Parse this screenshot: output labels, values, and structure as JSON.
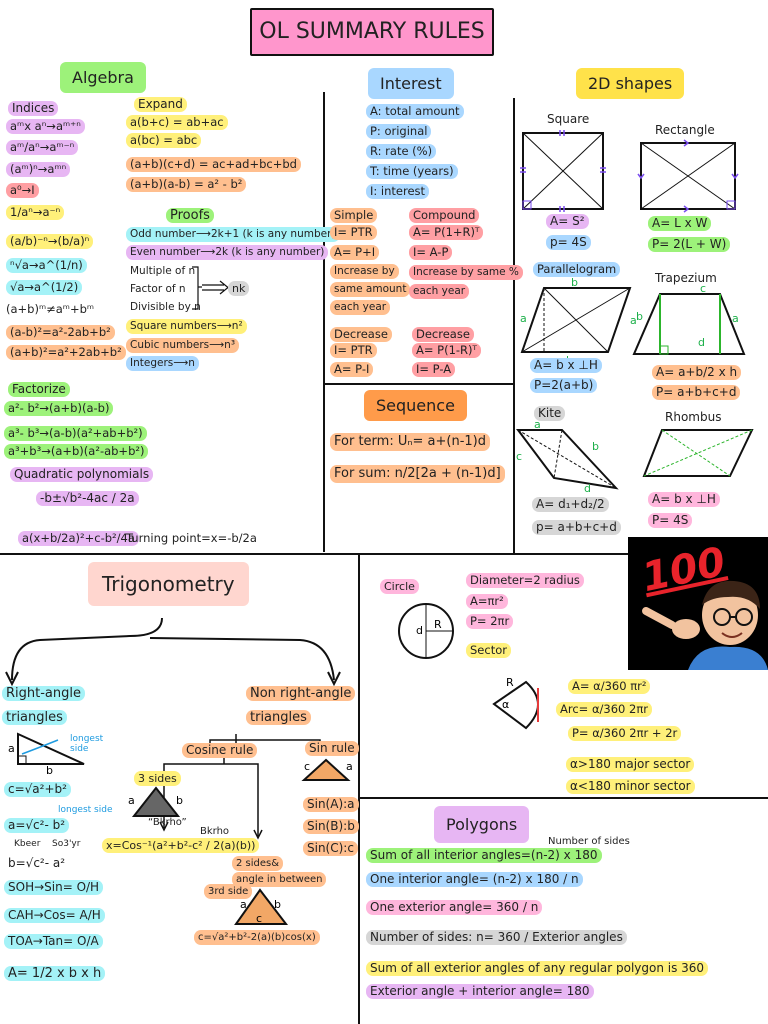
{
  "title": "OL SUMMARY RULES",
  "algebra": {
    "header": "Algebra",
    "indices_title": "Indices",
    "indices": [
      "aᵐx aⁿ→aᵐ⁺ⁿ",
      "aᵐ/aⁿ→aᵐ⁻ⁿ",
      "(aᵐ)ⁿ→aᵐⁿ",
      "a⁰→I",
      "1/aⁿ→a⁻ⁿ",
      "(a/b)⁻ⁿ→(b/a)ⁿ",
      "ⁿ√a→a^(1/n)",
      "√a→a^(1/2)",
      "(a+b)ᵐ≠aᵐ+bᵐ",
      "(a-b)²=a²-2ab+b²",
      "(a+b)²=a²+2ab+b²"
    ],
    "expand_title": "Expand",
    "expand": [
      "a(b+c) = ab+ac",
      "a(bc) = abc",
      "(a+b)(c+d) = ac+ad+bc+bd",
      "(a+b)(a-b) = a² - b²"
    ],
    "proofs_title": "Proofs",
    "proofs": [
      "Odd number⟶2k+1 (k is any number)",
      "Even number⟶2k (k is any number)",
      "Multiple of n",
      "Factor of n",
      "Divisible by n",
      "Square numbers⟶n²",
      "Cubic numbers⟶n³",
      "Integers⟶n"
    ],
    "proofs_nk": "nk",
    "factorize_title": "Factorize",
    "factorize": [
      "a²- b²→(a+b)(a-b)",
      "a³- b³→(a-b)(a²+ab+b²)",
      "a³+b³→(a+b)(a²-ab+b²)"
    ],
    "quadratic_title": "Quadratic polynomials",
    "quadratic_formula": "-b±√b²-4ac / 2a",
    "completed_square": "a(x+b/2a)²+c-b²/4a",
    "turning_point": "Turning point=x=-b/2a"
  },
  "interest": {
    "header": "Interest",
    "defs": [
      "A: total amount",
      "P: original",
      "R: rate (%)",
      "T: time (years)",
      "I: interest"
    ],
    "simple": [
      "Simple",
      "I= PTR",
      "A= P+I",
      "Increase by",
      "same amount",
      "each year"
    ],
    "compound": [
      "Compound",
      "A= P(1+R)ᵀ",
      "I= A-P",
      "Increase by same %",
      "each year"
    ],
    "decrease_simple": [
      "Decrease",
      "I= PTR",
      "A= P-I"
    ],
    "decrease_compound": [
      "Decrease",
      "A= P(1-R)ᵀ",
      "I= P-A"
    ]
  },
  "sequence": {
    "header": "Sequence",
    "term": "For term: Uₙ= a+(n-1)d",
    "sum": "For sum: n/2[2a + (n-1)d]"
  },
  "shapes2d": {
    "header": "2D shapes",
    "square": {
      "name": "Square",
      "area": "A= S²",
      "perimeter": "p= 4S"
    },
    "rectangle": {
      "name": "Rectangle",
      "area": "A= L x W",
      "perimeter": "P= 2(L + W)"
    },
    "parallelogram": {
      "name": "Parallelogram",
      "area": "A= b x ⊥H",
      "perimeter": "P=2(a+b)"
    },
    "trapezium": {
      "name": "Trapezium",
      "area": "A= a+b/2 x h",
      "perimeter": "P= a+b+c+d"
    },
    "kite": {
      "name": "Kite",
      "area": "A= d₁+d₂/2",
      "perimeter": "p= a+b+c+d"
    },
    "rhombus": {
      "name": "Rhombus",
      "area": "A= b x ⊥H",
      "perimeter": "P= 4S"
    },
    "labels": {
      "a": "a",
      "b": "b",
      "c": "c",
      "d": "d"
    }
  },
  "trigonometry": {
    "header": "Trigonometry",
    "right": {
      "title": [
        "Right-angle",
        "triangles"
      ],
      "longest_side_note": "longest side",
      "formulas": [
        "c=√a²+b²",
        "a=√c²- b²",
        "b=√c²- a²",
        "SOH→Sin= O/H",
        "CAH→Cos= A/H",
        "TOA→Tan= O/A",
        "A= 1/2 x b x h"
      ],
      "kbeer": "Kbeer",
      "soghyr": "So3'yr",
      "longest": "longest side"
    },
    "non_right": {
      "title": [
        "Non right-angle",
        "triangles"
      ],
      "cosine_title": "Cosine rule",
      "three_sides": "3 sides",
      "bkrho_quote": "“Bkrho”",
      "bkrho": "Bkrho",
      "cos_formula": "x=Cos⁻¹(a²+b²-c² / 2(a)(b))",
      "two_sides": [
        "2 sides&",
        "angle in between"
      ],
      "third_side": "3rd side",
      "law_of_cos": "c=√a²+b²-2(a)(b)cos(x)",
      "sin_title": "Sin rule",
      "sin": [
        "Sin(A):a",
        "Sin(B):b",
        "Sin(C):c"
      ]
    }
  },
  "circle": {
    "label": "Circle",
    "diameter": "Diameter=2 radius",
    "area": "A=πr²",
    "perimeter": "P= 2πr",
    "sector_label": "Sector",
    "d": "d",
    "r": "R",
    "sector_area": "A= α/360 πr²",
    "arc": "Arc= α/360 2πr",
    "sector_perimeter": "P= α/360 2πr + 2r",
    "major": "α>180 major sector",
    "minor": "α<180 minor sector",
    "alpha": "α"
  },
  "polygons": {
    "header": "Polygons",
    "number_of_sides_note": "Number of sides",
    "rules": [
      "Sum of all interior angles=(n-2) x 180",
      "One interior angle= (n-2) x 180 / n",
      "One exterior angle= 360 / n",
      "Number of sides: n= 360 / Exterior angles",
      "Sum of all exterior angles of any regular polygon is 360",
      "Exterior angle + interior angle= 180"
    ]
  },
  "badge": "100"
}
